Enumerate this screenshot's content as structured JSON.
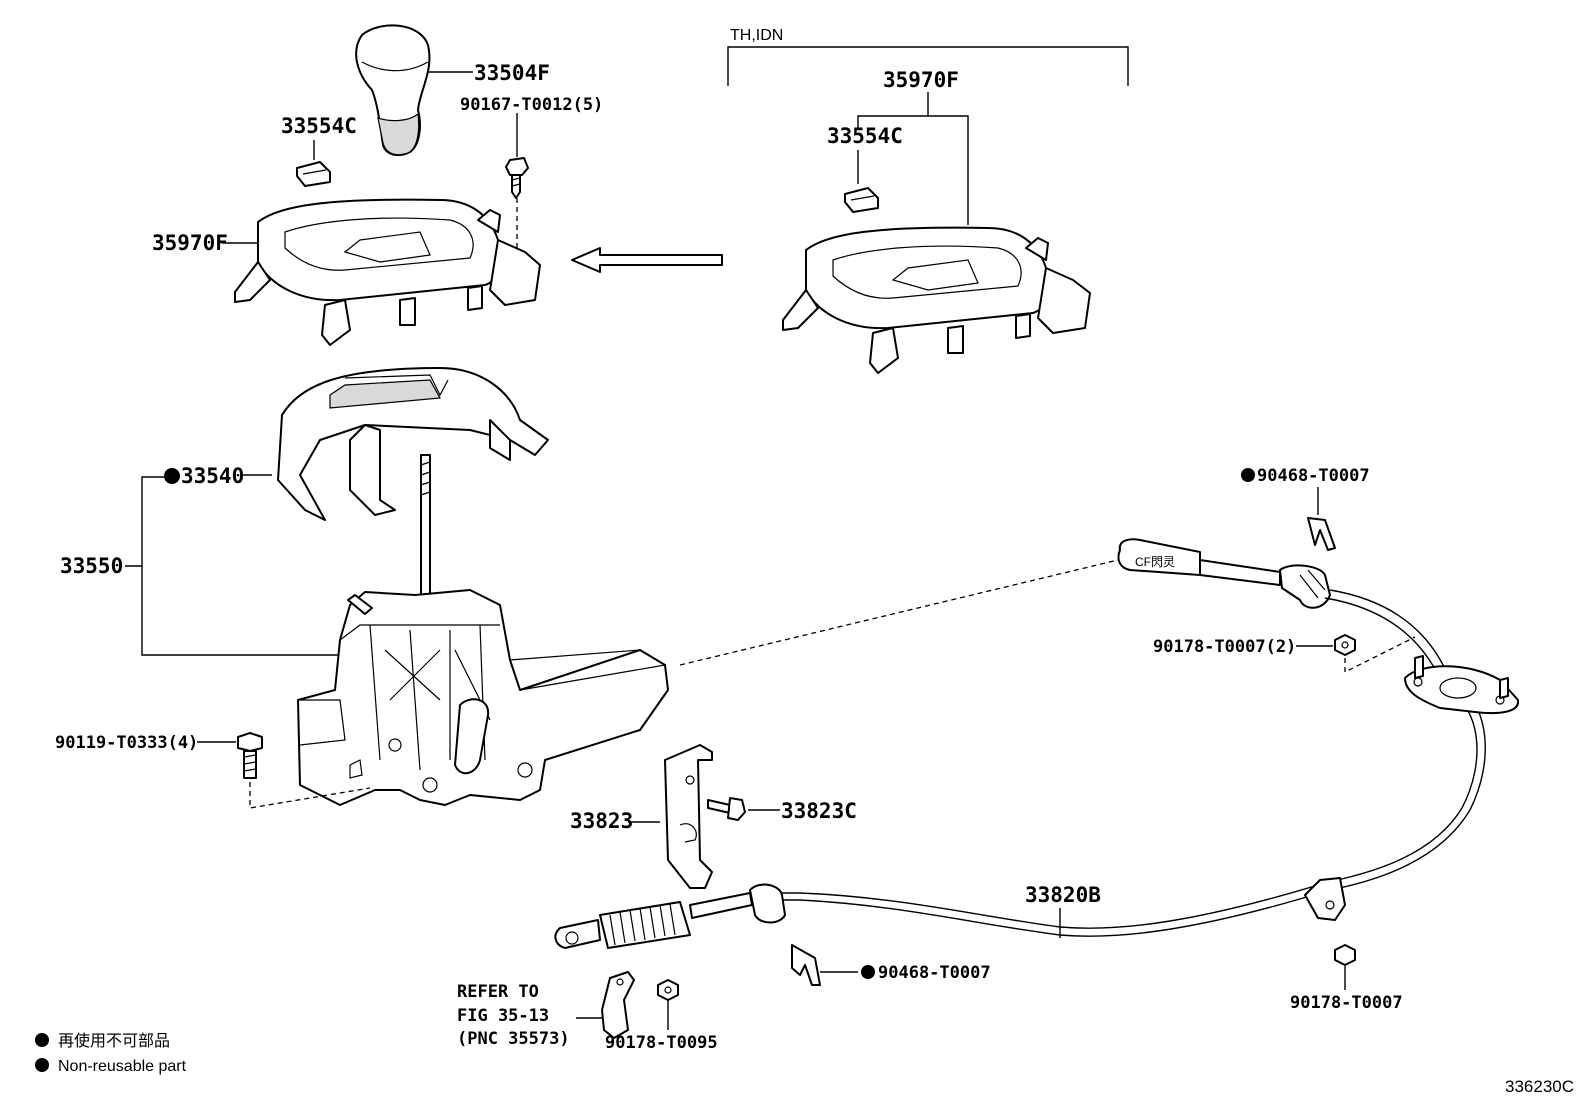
{
  "diagram": {
    "labels": {
      "shift_knob": "33504F",
      "screw_top": "90167-T0012(5)",
      "clip_left": "33554C",
      "bezel_left": "35970F",
      "variant_header": "TH,IDN",
      "bezel_right": "35970F",
      "clip_right": "33554C",
      "cover_nonreusable": "33540",
      "lever_assy": "33550",
      "bolt_left": "90119-T0333(4)",
      "retainer_top": "90468-T0007",
      "nut_bracket": "90178-T0007(2)",
      "bracket": "33823",
      "bolt_bracket": "33823C",
      "cable": "33820B",
      "retainer_bottom": "90468-T0007",
      "nut_right": "90178-T0007",
      "nut_bottom": "90178-T0095",
      "refer_line1": "REFER TO",
      "refer_line2": "FIG 35-13",
      "refer_line3": "(PNC 35573)",
      "cable_end_text": "CF閃灵",
      "figure_id": "336230C"
    },
    "legend": {
      "japanese": "再使用不可部品",
      "english": "Non-reusable part"
    }
  }
}
